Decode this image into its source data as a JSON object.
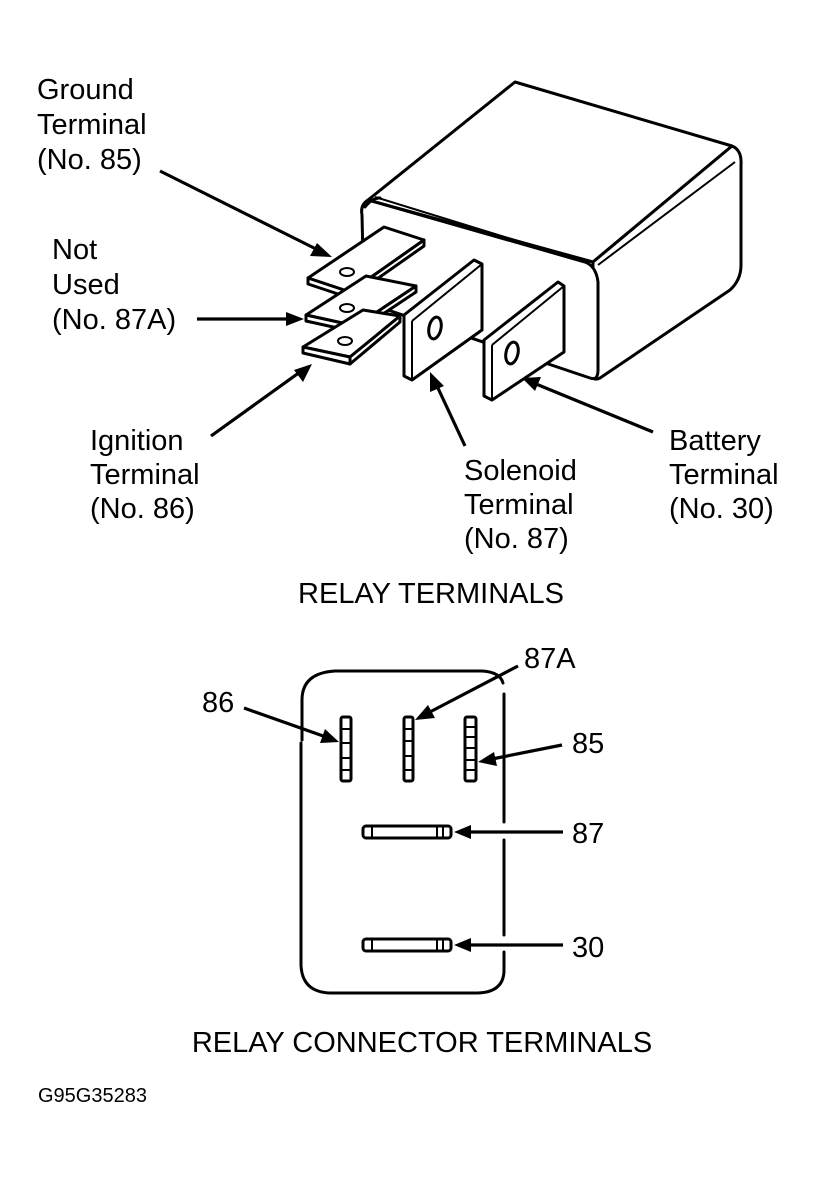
{
  "relay_terminals": {
    "caption": "RELAY TERMINALS",
    "callouts": [
      {
        "id": "ground",
        "lines": [
          "Ground",
          "Terminal",
          "(No. 85)"
        ]
      },
      {
        "id": "not-used",
        "lines": [
          "Not",
          "Used",
          "(No. 87A)"
        ]
      },
      {
        "id": "ignition",
        "lines": [
          "Ignition",
          "Terminal",
          "(No. 86)"
        ]
      },
      {
        "id": "solenoid",
        "lines": [
          "Solenoid",
          "Terminal",
          "(No. 87)"
        ]
      },
      {
        "id": "battery",
        "lines": [
          "Battery",
          "Terminal",
          "(No. 30)"
        ]
      }
    ]
  },
  "connector_terminals": {
    "caption": "RELAY CONNECTOR TERMINALS",
    "labels": [
      "86",
      "87A",
      "85",
      "87",
      "30"
    ]
  },
  "figure_id": "G95G35283",
  "colors": {
    "ink": "#000000",
    "paper": "#ffffff"
  }
}
